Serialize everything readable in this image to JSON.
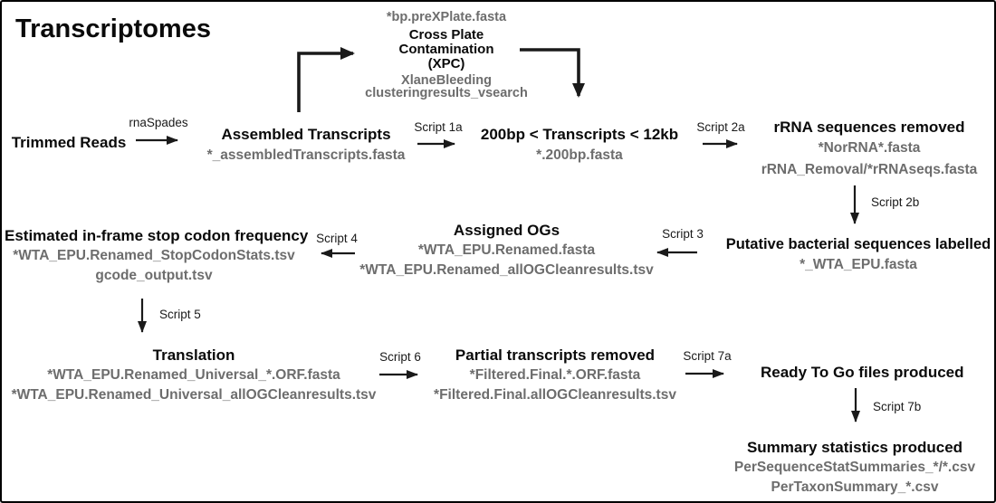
{
  "title": "Transcriptomes",
  "colors": {
    "background": "#ffffff",
    "border": "#000000",
    "heading_text": "#0a0a0a",
    "file_text": "#6d6d6d",
    "arrow": "#1a1a1a"
  },
  "diagram": {
    "nodes": {
      "trimmed_reads": {
        "label": "Trimmed Reads"
      },
      "assembled": {
        "label": "Assembled Transcripts",
        "files": [
          "*_assembledTranscripts.fasta"
        ]
      },
      "xpc": {
        "file_above": "*bp.preXPlate.fasta",
        "label_line1": "Cross Plate",
        "label_line2": "Contamination",
        "label_line3": "(XPC)",
        "files": [
          "XlaneBleeding",
          "clusteringresults_vsearch"
        ]
      },
      "size_filter": {
        "label": "200bp < Transcripts < 12kb",
        "files": [
          "*.200bp.fasta"
        ]
      },
      "rrna_removed": {
        "label": "rRNA sequences removed",
        "files": [
          "*NorRNA*.fasta",
          "rRNA_Removal/*rRNAseqs.fasta"
        ]
      },
      "bacterial_labelled": {
        "label": "Putative bacterial sequences labelled",
        "files": [
          "*_WTA_EPU.fasta"
        ]
      },
      "assigned_ogs": {
        "label": "Assigned OGs",
        "files": [
          "*WTA_EPU.Renamed.fasta",
          "*WTA_EPU.Renamed_allOGCleanresults.tsv"
        ]
      },
      "stop_codon": {
        "label": "Estimated in-frame stop codon frequency",
        "files": [
          "*WTA_EPU.Renamed_StopCodonStats.tsv",
          "gcode_output.tsv"
        ]
      },
      "translation": {
        "label": "Translation",
        "files": [
          "*WTA_EPU.Renamed_Universal_*.ORF.fasta",
          "*WTA_EPU.Renamed_Universal_allOGCleanresults.tsv"
        ]
      },
      "partial_removed": {
        "label": "Partial transcripts removed",
        "files": [
          "*Filtered.Final.*.ORF.fasta",
          "*Filtered.Final.allOGCleanresults.tsv"
        ]
      },
      "ready_to_go": {
        "label": "Ready To Go files produced"
      },
      "summary": {
        "label": "Summary statistics produced",
        "files": [
          "PerSequenceStatSummaries_*/*.csv",
          "PerTaxonSummary_*.csv"
        ]
      }
    },
    "edges": {
      "rnaspades": "rnaSpades",
      "script_1a": "Script 1a",
      "script_2a": "Script 2a",
      "script_2b": "Script 2b",
      "script_3": "Script 3",
      "script_4": "Script 4",
      "script_5": "Script 5",
      "script_6": "Script 6",
      "script_7a": "Script 7a",
      "script_7b": "Script 7b"
    }
  }
}
